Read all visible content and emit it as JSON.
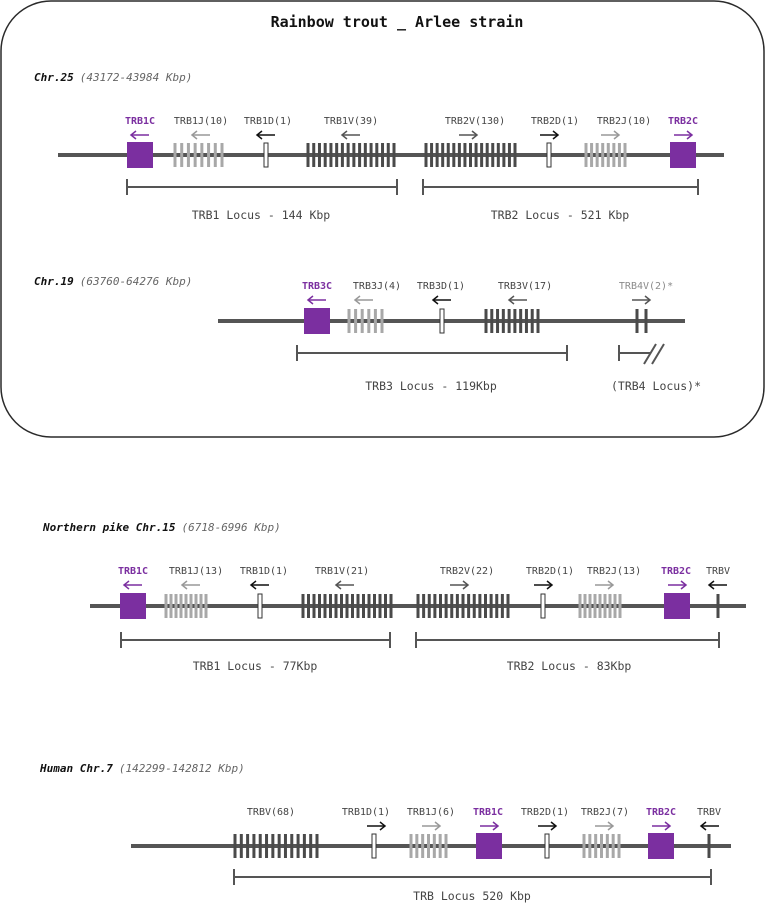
{
  "title": "Rainbow trout _ Arlee strain",
  "colors": {
    "constant": "#7b2fa0",
    "v_segment": "#4a4a4a",
    "j_segment": "#a8a8a8",
    "backbone": "#555555",
    "arrow_black": "#111111",
    "arrow_grey": "#999999",
    "arrow_dark": "#555555"
  },
  "panels": [
    {
      "id": "trout-chr25",
      "header_bold": "Chr.25",
      "header_range": "(43172-43984 Kbp)",
      "labels": [
        {
          "text": "TRB1C",
          "style": "const"
        },
        {
          "text": "TRB1J(10)",
          "style": "normal"
        },
        {
          "text": "TRB1D(1)",
          "style": "normal"
        },
        {
          "text": "TRB1V(39)",
          "style": "normal"
        },
        {
          "text": "TRB2V(130)",
          "style": "normal"
        },
        {
          "text": "TRB2D(1)",
          "style": "normal"
        },
        {
          "text": "TRB2J(10)",
          "style": "normal"
        },
        {
          "text": "TRB2C",
          "style": "const"
        }
      ],
      "loci": [
        "TRB1 Locus - 144 Kbp",
        "TRB2 Locus - 521 Kbp"
      ]
    },
    {
      "id": "trout-chr19",
      "header_bold": "Chr.19",
      "header_range": "(63760-64276 Kbp)",
      "labels": [
        {
          "text": "TRB3C",
          "style": "const"
        },
        {
          "text": "TRB3J(4)",
          "style": "normal"
        },
        {
          "text": "TRB3D(1)",
          "style": "normal"
        },
        {
          "text": "TRB3V(17)",
          "style": "normal"
        },
        {
          "text": "TRB4V(2)*",
          "style": "grey"
        }
      ],
      "loci": [
        "TRB3 Locus - 119Kbp",
        "(TRB4 Locus)*"
      ]
    },
    {
      "id": "pike-chr15",
      "header_bold": "Northern pike Chr.15",
      "header_range": "(6718-6996 Kbp)",
      "labels": [
        {
          "text": "TRB1C",
          "style": "const"
        },
        {
          "text": "TRB1J(13)",
          "style": "normal"
        },
        {
          "text": "TRB1D(1)",
          "style": "normal"
        },
        {
          "text": "TRB1V(21)",
          "style": "normal"
        },
        {
          "text": "TRB2V(22)",
          "style": "normal"
        },
        {
          "text": "TRB2D(1)",
          "style": "normal"
        },
        {
          "text": "TRB2J(13)",
          "style": "normal"
        },
        {
          "text": "TRB2C",
          "style": "const"
        },
        {
          "text": "TRBV",
          "style": "normal"
        }
      ],
      "loci": [
        "TRB1 Locus - 77Kbp",
        "TRB2 Locus - 83Kbp"
      ]
    },
    {
      "id": "human-chr7",
      "header_bold": "Human Chr.7",
      "header_range": "(142299-142812 Kbp)",
      "labels": [
        {
          "text": "TRBV(68)",
          "style": "normal"
        },
        {
          "text": "TRB1D(1)",
          "style": "normal"
        },
        {
          "text": "TRB1J(6)",
          "style": "normal"
        },
        {
          "text": "TRB1C",
          "style": "const"
        },
        {
          "text": "TRB2D(1)",
          "style": "normal"
        },
        {
          "text": "TRB2J(7)",
          "style": "normal"
        },
        {
          "text": "TRB2C",
          "style": "const"
        },
        {
          "text": "TRBV",
          "style": "normal"
        }
      ],
      "loci": [
        "TRB Locus 520 Kbp"
      ]
    }
  ]
}
